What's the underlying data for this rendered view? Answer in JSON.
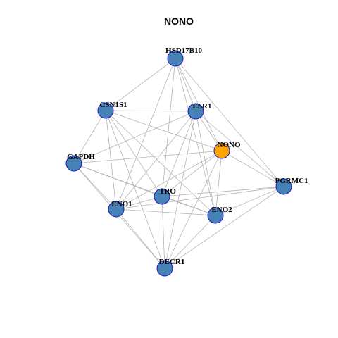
{
  "title": "NONO",
  "colors": {
    "default_node": "#4682B4",
    "highlight_node": "#FFA500",
    "node_border": "#1A1ACC",
    "edge": "#B4B4B4"
  },
  "nodes": [
    {
      "id": "HSD17B10",
      "label": "HSD17B10",
      "highlight": false
    },
    {
      "id": "CSN1S1",
      "label": "CSN1S1",
      "highlight": false
    },
    {
      "id": "ESR1",
      "label": "ESR1",
      "highlight": false
    },
    {
      "id": "NONO",
      "label": "NONO",
      "highlight": true
    },
    {
      "id": "GAPDH",
      "label": "GAPDH",
      "highlight": false
    },
    {
      "id": "PGRMC1",
      "label": "PGRMC1",
      "highlight": false
    },
    {
      "id": "TRO",
      "label": "TRO",
      "highlight": false
    },
    {
      "id": "ENO1",
      "label": "ENO1",
      "highlight": false
    },
    {
      "id": "ENO2",
      "label": "ENO2",
      "highlight": false
    },
    {
      "id": "DECR1",
      "label": "DECR1",
      "highlight": false
    }
  ],
  "edges": [
    [
      "HSD17B10",
      "CSN1S1"
    ],
    [
      "HSD17B10",
      "ESR1"
    ],
    [
      "HSD17B10",
      "NONO"
    ],
    [
      "HSD17B10",
      "PGRMC1"
    ],
    [
      "HSD17B10",
      "ENO1"
    ],
    [
      "HSD17B10",
      "TRO"
    ],
    [
      "HSD17B10",
      "ENO2"
    ],
    [
      "CSN1S1",
      "ESR1"
    ],
    [
      "CSN1S1",
      "NONO"
    ],
    [
      "CSN1S1",
      "GAPDH"
    ],
    [
      "CSN1S1",
      "ENO1"
    ],
    [
      "CSN1S1",
      "TRO"
    ],
    [
      "CSN1S1",
      "ENO2"
    ],
    [
      "CSN1S1",
      "DECR1"
    ],
    [
      "ESR1",
      "NONO"
    ],
    [
      "ESR1",
      "GAPDH"
    ],
    [
      "ESR1",
      "PGRMC1"
    ],
    [
      "ESR1",
      "ENO1"
    ],
    [
      "ESR1",
      "TRO"
    ],
    [
      "ESR1",
      "ENO2"
    ],
    [
      "ESR1",
      "DECR1"
    ],
    [
      "NONO",
      "GAPDH"
    ],
    [
      "NONO",
      "PGRMC1"
    ],
    [
      "NONO",
      "TRO"
    ],
    [
      "NONO",
      "ENO1"
    ],
    [
      "NONO",
      "ENO2"
    ],
    [
      "NONO",
      "DECR1"
    ],
    [
      "GAPDH",
      "TRO"
    ],
    [
      "GAPDH",
      "ENO2"
    ],
    [
      "GAPDH",
      "DECR1"
    ],
    [
      "GAPDH",
      "ENO1"
    ],
    [
      "PGRMC1",
      "TRO"
    ],
    [
      "PGRMC1",
      "ENO1"
    ],
    [
      "PGRMC1",
      "ENO2"
    ],
    [
      "PGRMC1",
      "DECR1"
    ],
    [
      "TRO",
      "ENO1"
    ],
    [
      "TRO",
      "ENO2"
    ],
    [
      "TRO",
      "DECR1"
    ],
    [
      "ENO1",
      "ENO2"
    ],
    [
      "ENO1",
      "DECR1"
    ],
    [
      "ENO2",
      "DECR1"
    ]
  ]
}
